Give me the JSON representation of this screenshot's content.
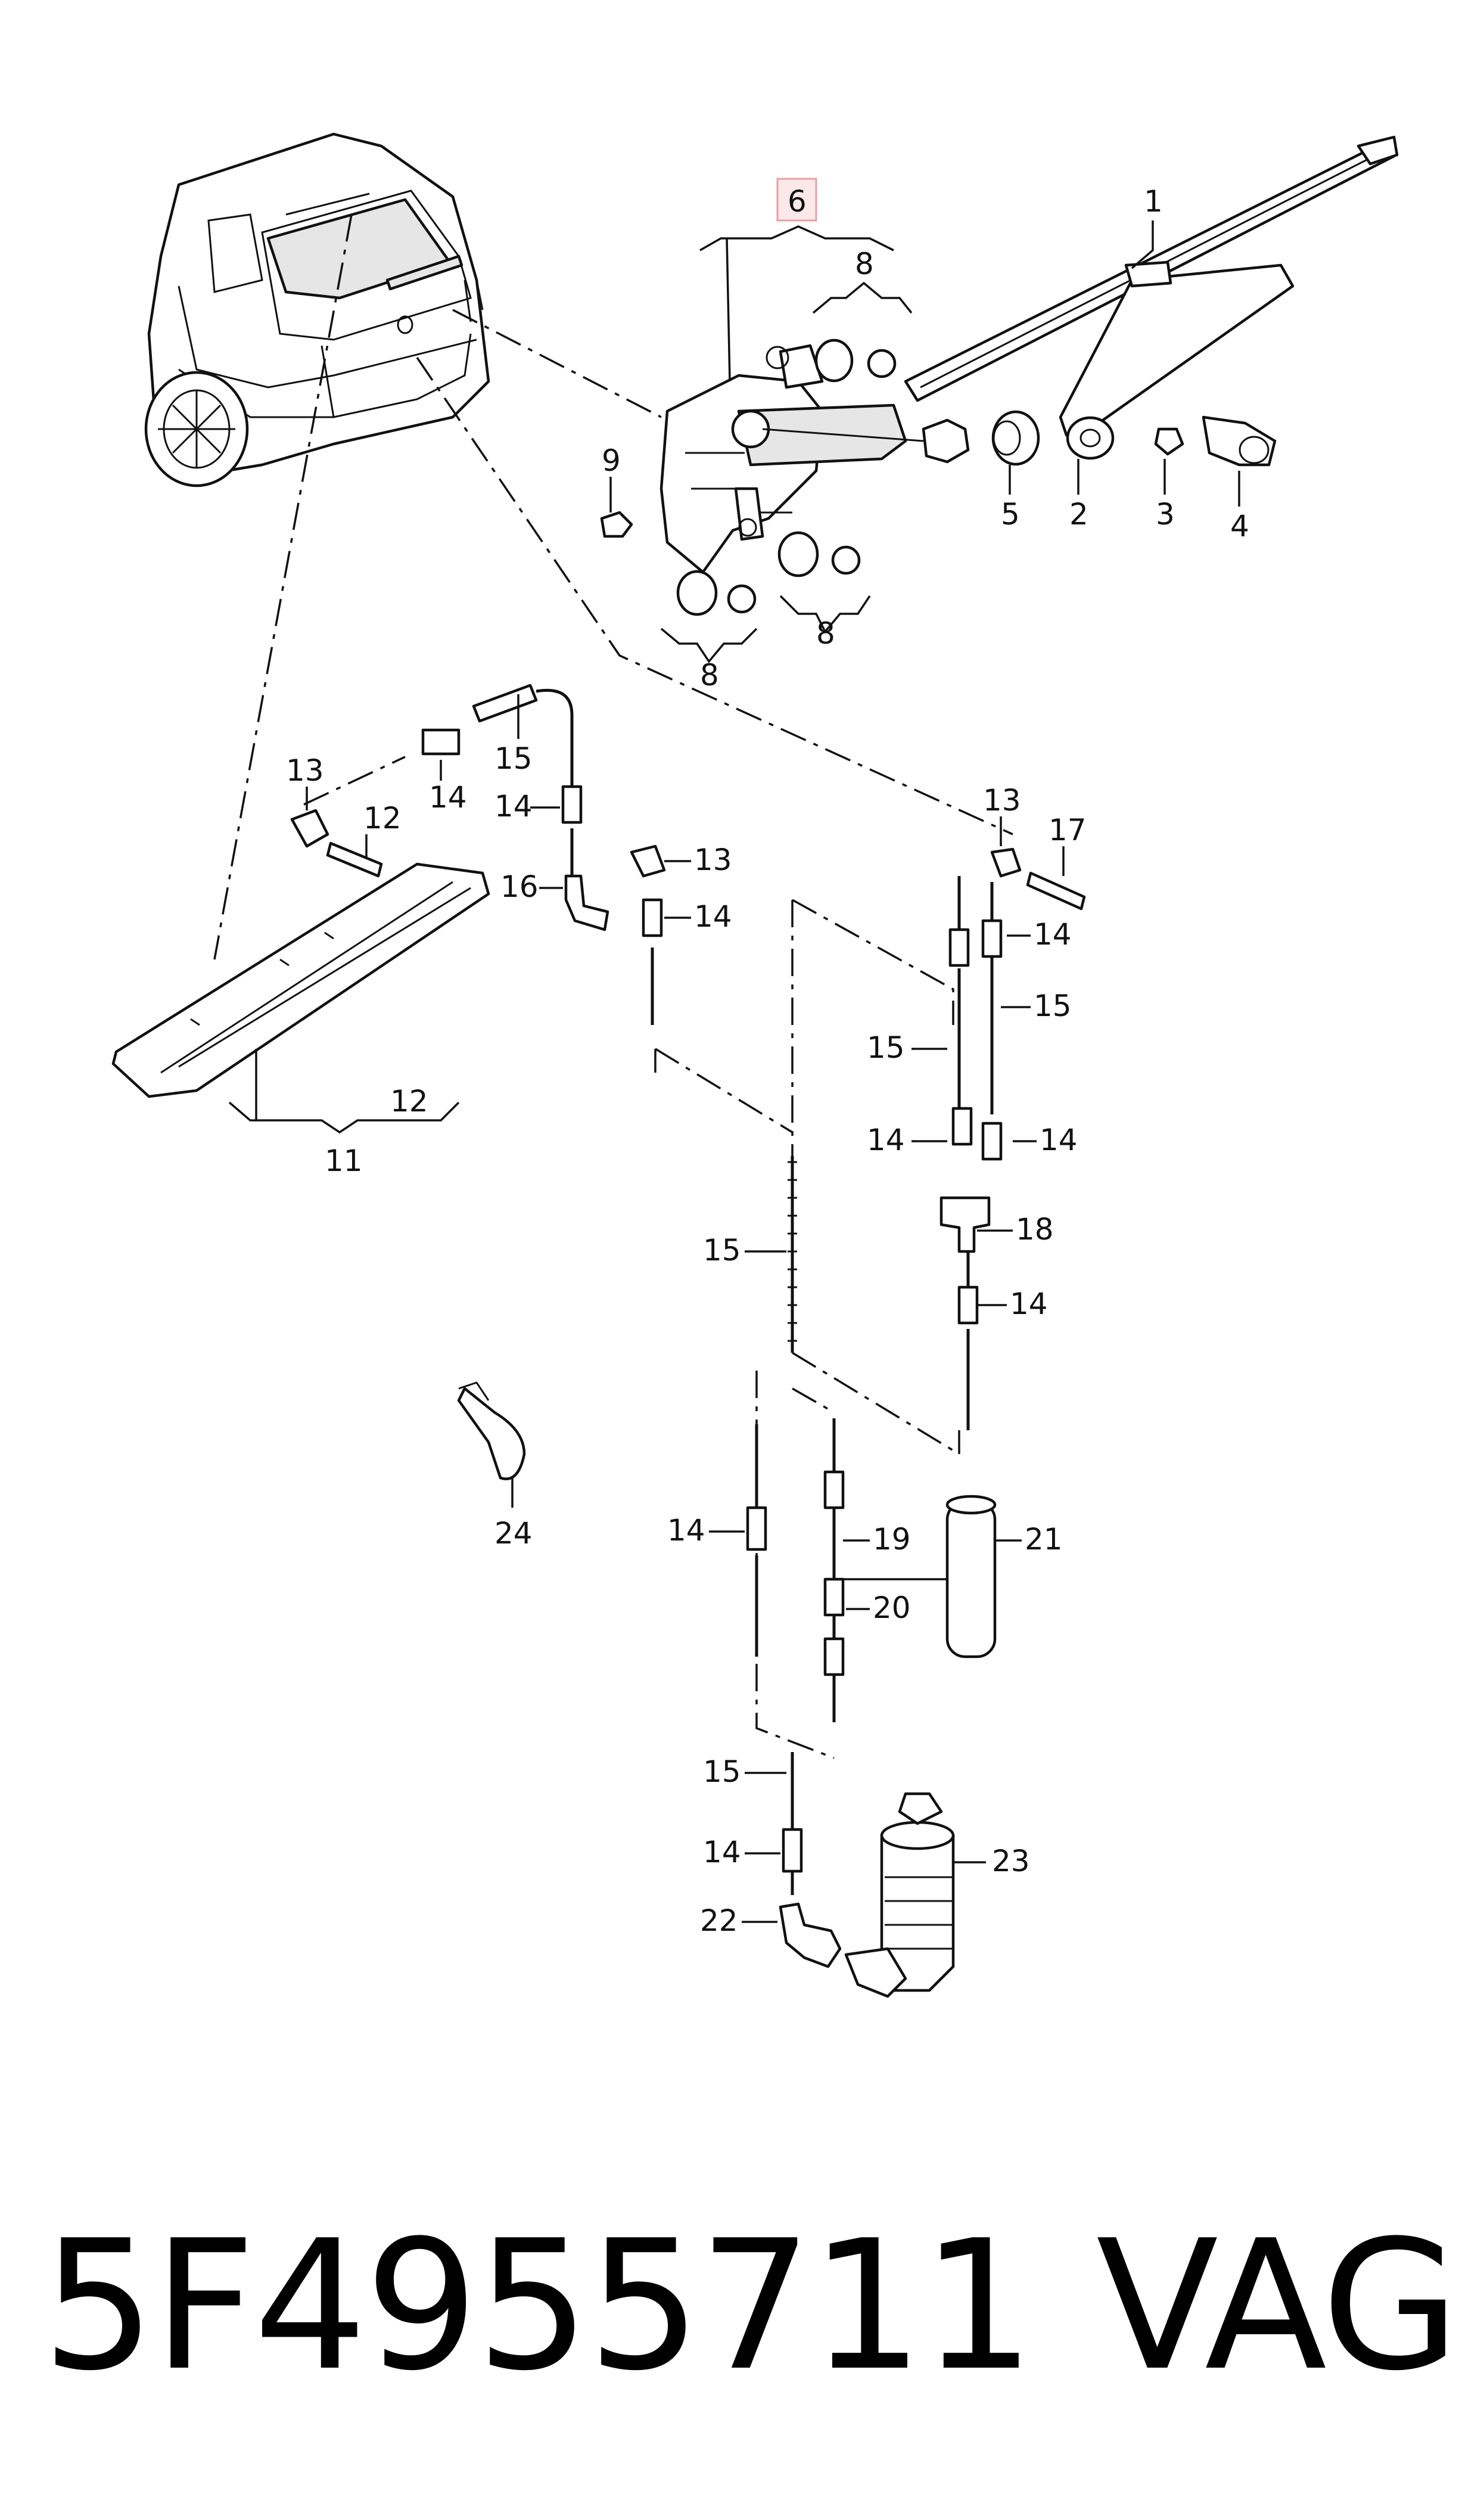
{
  "highlight_color": "#e8a0a0",
  "highlight_fill": "#fbe9e9",
  "callouts": {
    "c1": "1",
    "c2": "2",
    "c3": "3",
    "c4": "4",
    "c5": "5",
    "c6": "6",
    "c8a": "8",
    "c8b": "8",
    "c8c": "8",
    "c9": "9",
    "c11": "11",
    "c12a": "12",
    "c12b": "12",
    "c13a": "13",
    "c13b": "13",
    "c13c": "13",
    "c14a": "14",
    "c14b": "14",
    "c14c": "14",
    "c14d": "14",
    "c14e": "14",
    "c14f": "14",
    "c14g": "14",
    "c14h": "14",
    "c14i": "14",
    "c15a": "15",
    "c15b": "15",
    "c15c": "15",
    "c15d": "15",
    "c15e": "15",
    "c16": "16",
    "c17": "17",
    "c18": "18",
    "c19": "19",
    "c20": "20",
    "c21": "21",
    "c22": "22",
    "c23": "23",
    "c24": "24"
  },
  "footer": {
    "part_number": "5F4955711",
    "brand": "VAG"
  }
}
